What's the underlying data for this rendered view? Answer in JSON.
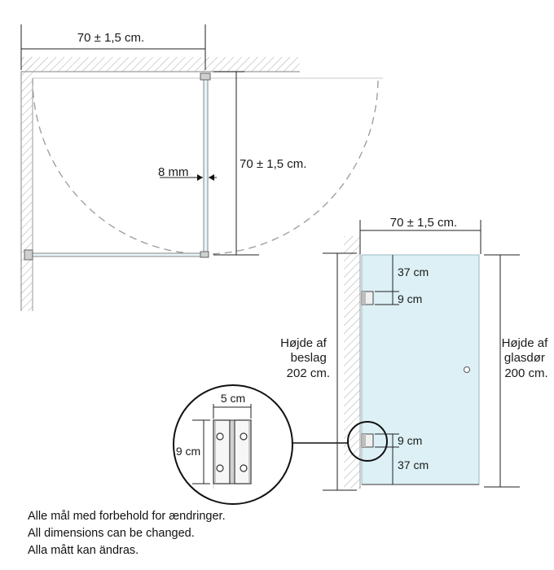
{
  "top_view": {
    "width_label": "70 ± 1,5 cm.",
    "depth_label": "70 ± 1,5 cm.",
    "gap_label": "8 mm"
  },
  "front_view": {
    "width_label": "70 ± 1,5 cm.",
    "fitting_height_label": [
      "Højde af",
      "beslag",
      "202 cm."
    ],
    "glass_height_label": [
      "Højde af",
      "glasdør",
      "200 cm."
    ],
    "top_hinge_offset": "37 cm",
    "top_hinge_size": "9 cm",
    "bottom_hinge_size": "9 cm",
    "bottom_hinge_offset": "37 cm",
    "glass_color": "#dcf0f5"
  },
  "detail": {
    "width_label": "5 cm",
    "height_label": "9 cm"
  },
  "notes": [
    "Alle mål med forbehold for ændringer.",
    "All dimensions can be changed.",
    "Alla mått kan ändras."
  ]
}
